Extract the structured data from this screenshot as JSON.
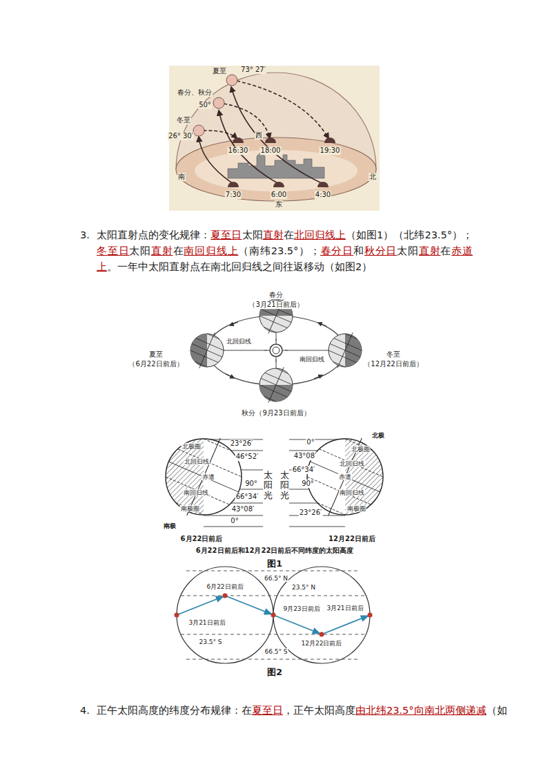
{
  "diagram": {
    "labels": [
      "夏至",
      "73° 27′",
      "春分、秋分",
      "50°",
      "冬至",
      "26° 30′",
      "西",
      "16:30",
      "18:00",
      "19:30",
      "南",
      "北",
      "7:30",
      "6:00",
      "4:30",
      "东",
      "3.",
      "太阳直射点的变化规律：",
      "夏至日",
      "太阳",
      "直射",
      "在",
      "北回归线上",
      "（如图1）（北纬23.5°）；",
      "冬至日",
      "太阳",
      "直射",
      "在",
      "南回归线上",
      "（南纬23.5°）；",
      "春分日",
      "和",
      "秋分日",
      "太阳",
      "直射",
      "在",
      "赤道上",
      "。一年中太阳直射点在南北回归线之间往返移动（如图2）",
      "春分",
      "（3月21日前后）",
      "夏至",
      "（6月22日前后）",
      "冬至",
      "（12月22日前后）",
      "秋分（9月23日前后）",
      "北回归线",
      "南回归线",
      "北极圈",
      "北回归线",
      "赤道",
      "南回归线",
      "南极圈",
      "南极",
      "23°26′",
      "46°52′",
      "90°",
      "66°34′",
      "43°08′",
      "0°",
      "太阳光",
      "太阳光",
      "北极",
      "北极圈",
      "北回归线",
      "赤道",
      "南回归线",
      "南极圈",
      "0°",
      "43°08′",
      "66°34′",
      "90°",
      "23°26′",
      "6月22日前后",
      "12月22日前后",
      "6月22日前后和12月22日前后不同纬度的太阳高度",
      "图1",
      "66.5° N",
      "23.5° N",
      "6月22日前后",
      "3月21日前后",
      "9月23日前后",
      "3月21日前后",
      "23.5° S",
      "12月22日前后",
      "66.5° S",
      "图2",
      "4.",
      "正午太阳高度的纬度分布规律：在",
      "夏至日",
      "，正午太阳高度",
      "由北纬23.5°向南北两侧递减",
      "（如"
    ]
  }
}
